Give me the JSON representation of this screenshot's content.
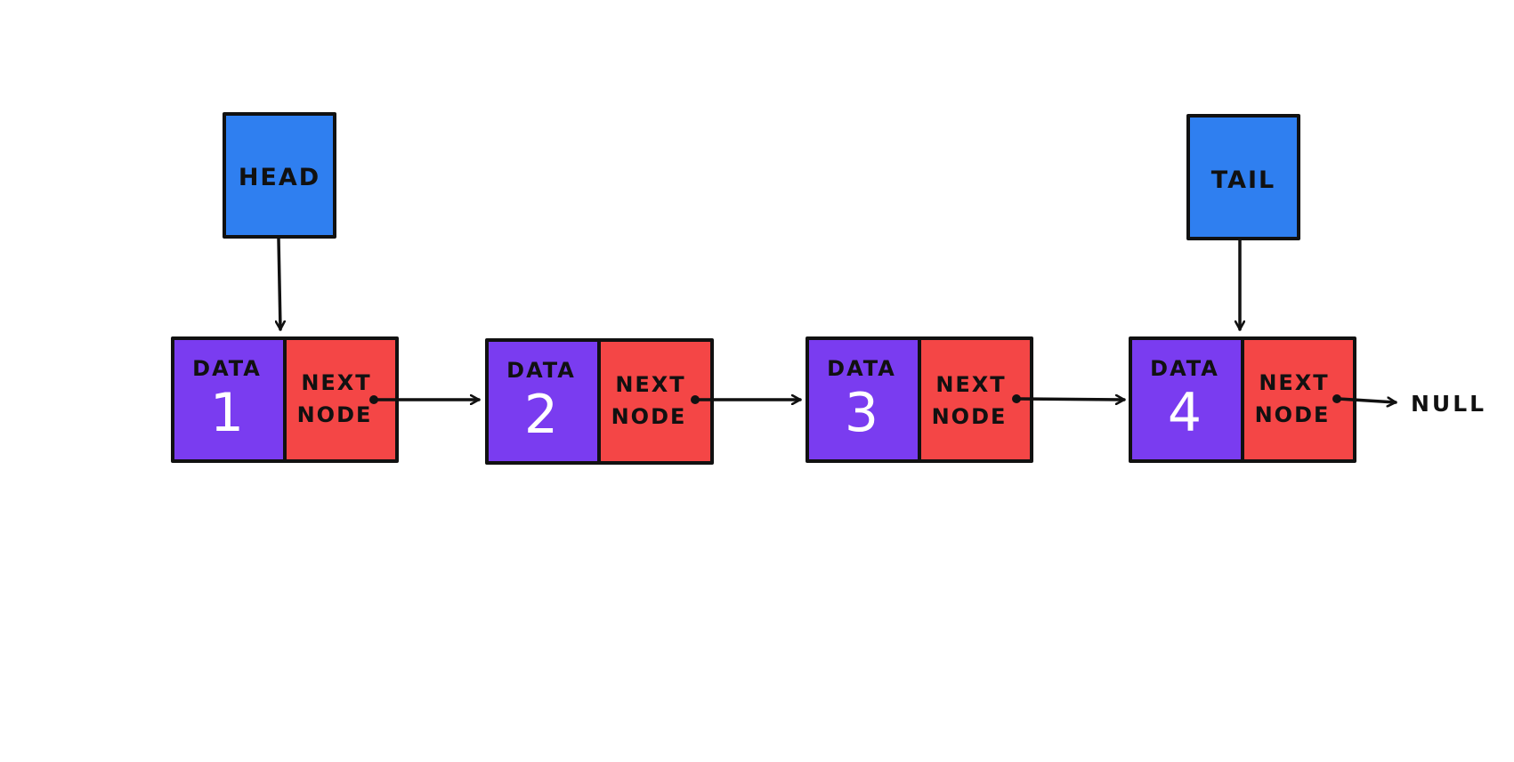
{
  "colors": {
    "pointer_box": "#2f7ff0",
    "data_cell": "#7a3cf0",
    "next_cell": "#f44646",
    "outline": "#111111",
    "value_text": "#ffffff"
  },
  "pointers": {
    "head": {
      "label": "HEAD"
    },
    "tail": {
      "label": "TAIL"
    }
  },
  "nodes": [
    {
      "data_label": "DATA",
      "value": "1",
      "next_label_1": "NEXT",
      "next_label_2": "NODE"
    },
    {
      "data_label": "DATA",
      "value": "2",
      "next_label_1": "NEXT",
      "next_label_2": "NODE"
    },
    {
      "data_label": "DATA",
      "value": "3",
      "next_label_1": "NEXT",
      "next_label_2": "NODE"
    },
    {
      "data_label": "DATA",
      "value": "4",
      "next_label_1": "NEXT",
      "next_label_2": "NODE"
    }
  ],
  "terminator": {
    "label": "NULL"
  }
}
